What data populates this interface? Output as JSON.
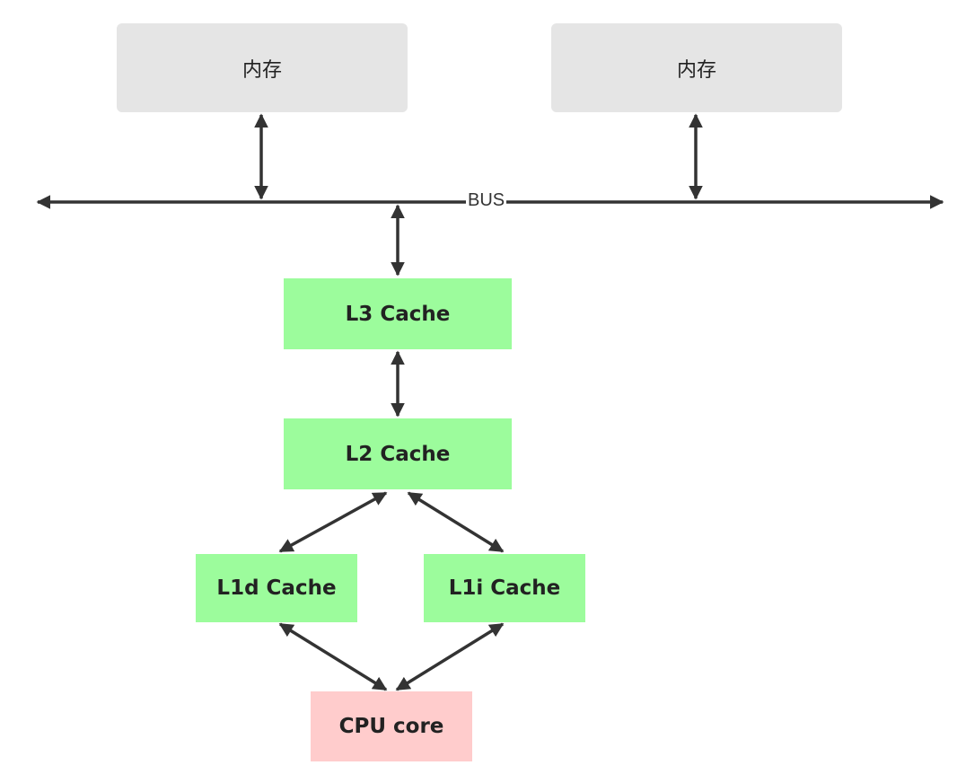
{
  "memory": [
    {
      "label": "内存"
    },
    {
      "label": "内存"
    }
  ],
  "bus": {
    "label": "BUS"
  },
  "caches": {
    "l3": "L3 Cache",
    "l2": "L2 Cache",
    "l1d": "L1d Cache",
    "l1i": "L1i Cache"
  },
  "core": {
    "label": "CPU core"
  },
  "colors": {
    "memory_fill": "#e5e5e5",
    "cache_fill": "#9cfc9c",
    "core_fill": "#ffcccc",
    "arrow": "#333333"
  }
}
